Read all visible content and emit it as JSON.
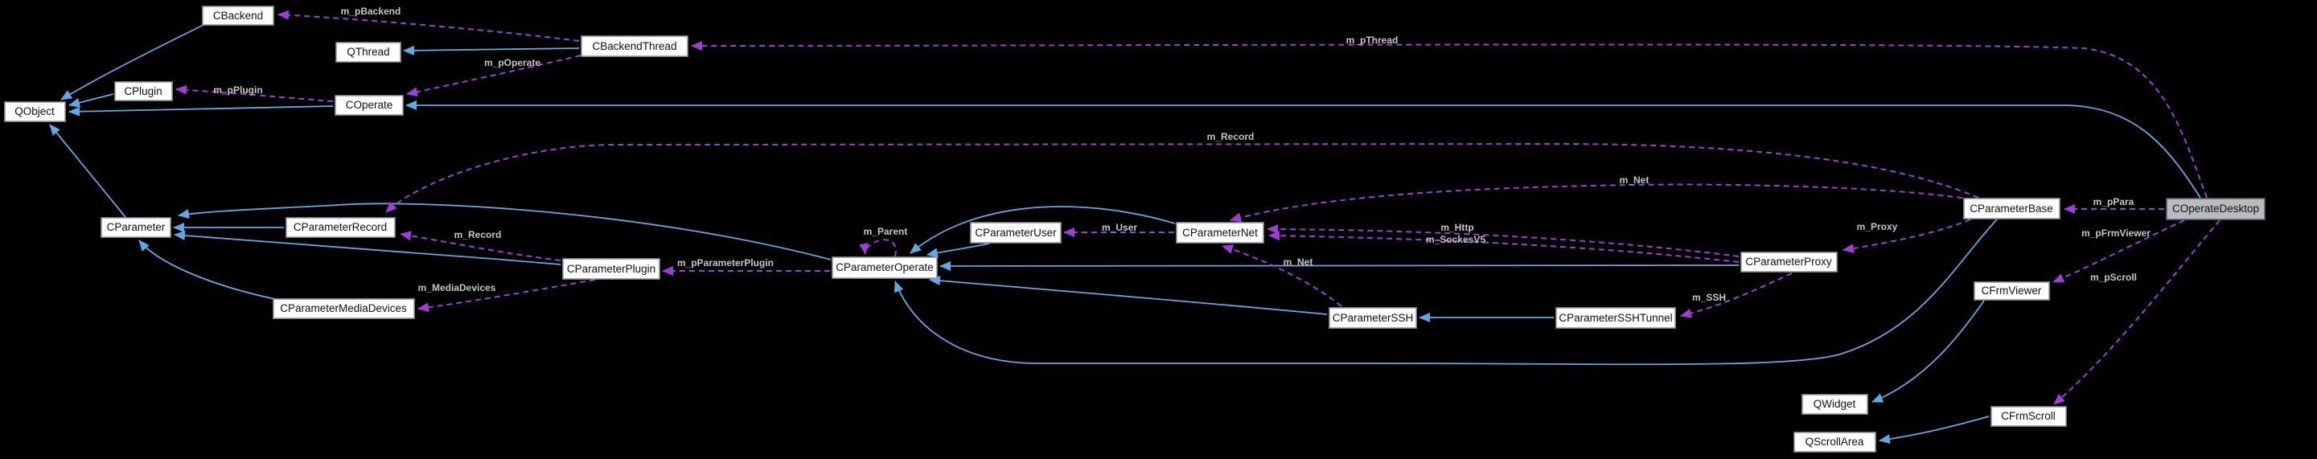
{
  "diagram": {
    "kind": "collaboration-class-diagram",
    "background": "#000000",
    "colors": {
      "inheritance_arrow": "#5fa8e6",
      "usage_arrow": "#9d3ed6",
      "node_fill": "#fdfdfd",
      "node_border": "#94999e",
      "current_node_fill": "#b9bcbe",
      "edge_label_text": "#c6c6c6"
    },
    "nodes": {
      "cbackend": {
        "label": "CBackend"
      },
      "qthread": {
        "label": "QThread"
      },
      "cbackendthread": {
        "label": "CBackendThread"
      },
      "cplugin": {
        "label": "CPlugin"
      },
      "qobject": {
        "label": "QObject"
      },
      "coperate": {
        "label": "COperate"
      },
      "cparameter": {
        "label": "CParameter"
      },
      "cparameterrecord": {
        "label": "CParameterRecord"
      },
      "cparametermediadevices": {
        "label": "CParameterMediaDevices"
      },
      "cparameterplugin": {
        "label": "CParameterPlugin"
      },
      "cparameteroperate": {
        "label": "CParameterOperate"
      },
      "cparameteruser": {
        "label": "CParameterUser"
      },
      "cparameternet": {
        "label": "CParameterNet"
      },
      "cparameterssh": {
        "label": "CParameterSSH"
      },
      "cparametersshtunnel": {
        "label": "CParameterSSHTunnel"
      },
      "cparameterproxy": {
        "label": "CParameterProxy"
      },
      "cparameterbase": {
        "label": "CParameterBase"
      },
      "coperatedesktop": {
        "label": "COperateDesktop",
        "highlighted": true
      },
      "cfrmviewer": {
        "label": "CFrmViewer"
      },
      "qwidget": {
        "label": "QWidget"
      },
      "cfrmscroll": {
        "label": "CFrmScroll"
      },
      "qscrollarea": {
        "label": "QScrollArea"
      }
    },
    "edges": {
      "m_pbackend": {
        "label": "m_pBackend",
        "from": "CBackendThread",
        "to": "CBackend",
        "kind": "usage"
      },
      "m_poperate": {
        "label": "m_pOperate",
        "from": "CBackendThread",
        "to": "COperate",
        "kind": "usage"
      },
      "m_pplugin": {
        "label": "m_pPlugin",
        "from": "COperate",
        "to": "CPlugin",
        "kind": "usage"
      },
      "m_pthread": {
        "label": "m_pThread",
        "from": "COperateDesktop",
        "to": "CBackendThread",
        "kind": "usage"
      },
      "m_record_long": {
        "label": "m_Record",
        "from": "CParameterBase",
        "to": "CParameterRecord",
        "kind": "usage"
      },
      "m_record": {
        "label": "m_Record",
        "from": "CParameterPlugin",
        "to": "CParameterRecord",
        "kind": "usage"
      },
      "m_mediadevices": {
        "label": "m_MediaDevices",
        "from": "CParameterPlugin",
        "to": "CParameterMediaDevices",
        "kind": "usage"
      },
      "m_pparameterplugin": {
        "label": "m_pParameterPlugin",
        "from": "CParameterOperate",
        "to": "CParameterPlugin",
        "kind": "usage"
      },
      "m_parent": {
        "label": "m_Parent",
        "from": "CParameterOperate",
        "to": "CParameterOperate",
        "kind": "usage"
      },
      "m_user": {
        "label": "m_User",
        "from": "CParameterNet",
        "to": "CParameterUser",
        "kind": "usage"
      },
      "m_http": {
        "label": "m_Http",
        "from": "CParameterProxy",
        "to": "CParameterNet",
        "kind": "usage"
      },
      "m_sockesv5": {
        "label": "m_SockesV5",
        "from": "CParameterProxy",
        "to": "CParameterNet",
        "kind": "usage"
      },
      "m_net_base": {
        "label": "m_Net",
        "from": "CParameterBase",
        "to": "CParameterNet",
        "kind": "usage"
      },
      "m_net_ssh": {
        "label": "m_Net",
        "from": "CParameterSSH",
        "to": "CParameterNet",
        "kind": "usage"
      },
      "m_ssh": {
        "label": "m_SSH",
        "from": "CParameterProxy",
        "to": "CParameterSSHTunnel",
        "kind": "usage"
      },
      "m_proxy": {
        "label": "m_Proxy",
        "from": "CParameterBase",
        "to": "CParameterProxy",
        "kind": "usage"
      },
      "m_ppara": {
        "label": "m_pPara",
        "from": "COperateDesktop",
        "to": "CParameterBase",
        "kind": "usage"
      },
      "m_pfrmviewer": {
        "label": "m_pFrmViewer",
        "from": "COperateDesktop",
        "to": "CFrmViewer",
        "kind": "usage"
      },
      "m_pscroll": {
        "label": "m_pScroll",
        "from": "COperateDesktop",
        "to": "CFrmScroll",
        "kind": "usage"
      }
    },
    "inheritance": [
      {
        "from": "CBackend",
        "to": "QObject"
      },
      {
        "from": "CPlugin",
        "to": "QObject"
      },
      {
        "from": "COperate",
        "to": "QObject"
      },
      {
        "from": "CParameter",
        "to": "QObject"
      },
      {
        "from": "CBackendThread",
        "to": "QThread"
      },
      {
        "from": "COperateDesktop",
        "to": "COperate"
      },
      {
        "from": "CParameterRecord",
        "to": "CParameter"
      },
      {
        "from": "CParameterMediaDevices",
        "to": "CParameter"
      },
      {
        "from": "CParameterPlugin",
        "to": "CParameter"
      },
      {
        "from": "CParameterOperate",
        "to": "CParameter"
      },
      {
        "from": "CParameterUser",
        "to": "CParameterOperate"
      },
      {
        "from": "CParameterNet",
        "to": "CParameterOperate"
      },
      {
        "from": "CParameterProxy",
        "to": "CParameterOperate"
      },
      {
        "from": "CParameterSSH",
        "to": "CParameterOperate"
      },
      {
        "from": "CParameterBase",
        "to": "CParameterOperate"
      },
      {
        "from": "CParameterSSHTunnel",
        "to": "CParameterSSH"
      },
      {
        "from": "CFrmViewer",
        "to": "QWidget"
      },
      {
        "from": "CFrmScroll",
        "to": "QScrollArea"
      }
    ]
  }
}
